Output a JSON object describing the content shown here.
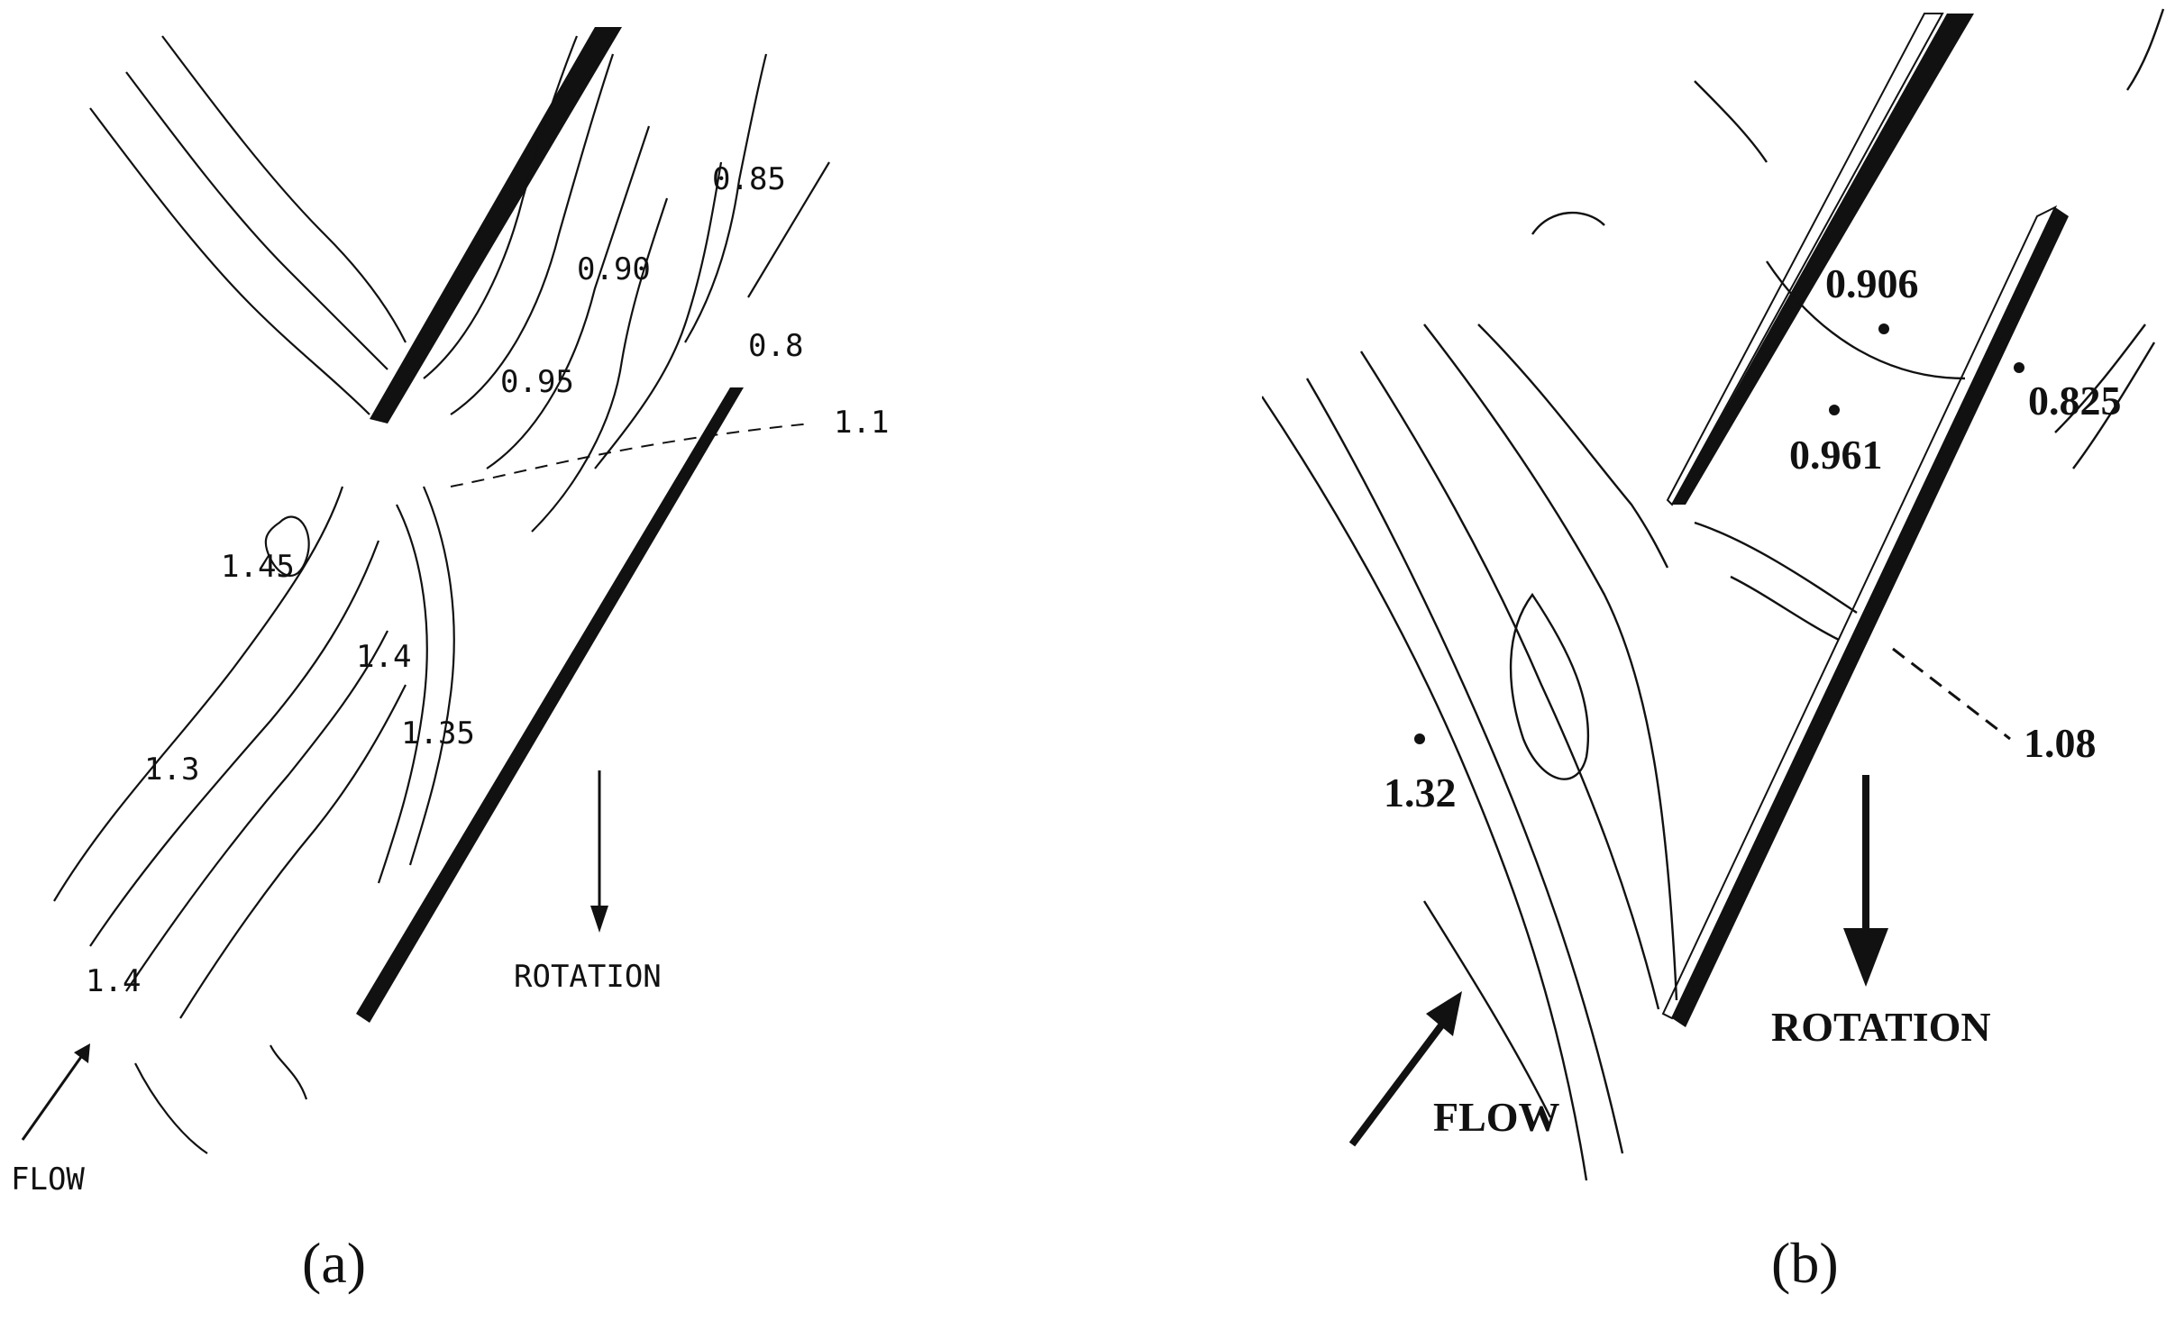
{
  "panel_a": {
    "caption": "(a)",
    "contour_labels": [
      "0.85",
      "0.90",
      "0.8",
      "0.95",
      "1.1",
      "1.45",
      "1.4",
      "1.35",
      "1.3",
      "1.4"
    ],
    "rotation_label": "ROTATION",
    "flow_label": "FLOW"
  },
  "panel_b": {
    "caption": "(b)",
    "contour_labels": [
      "0.906",
      "0.961",
      "0.825",
      "1.08",
      "1.32"
    ],
    "rotation_label": "ROTATION",
    "flow_label": "FLOW"
  }
}
